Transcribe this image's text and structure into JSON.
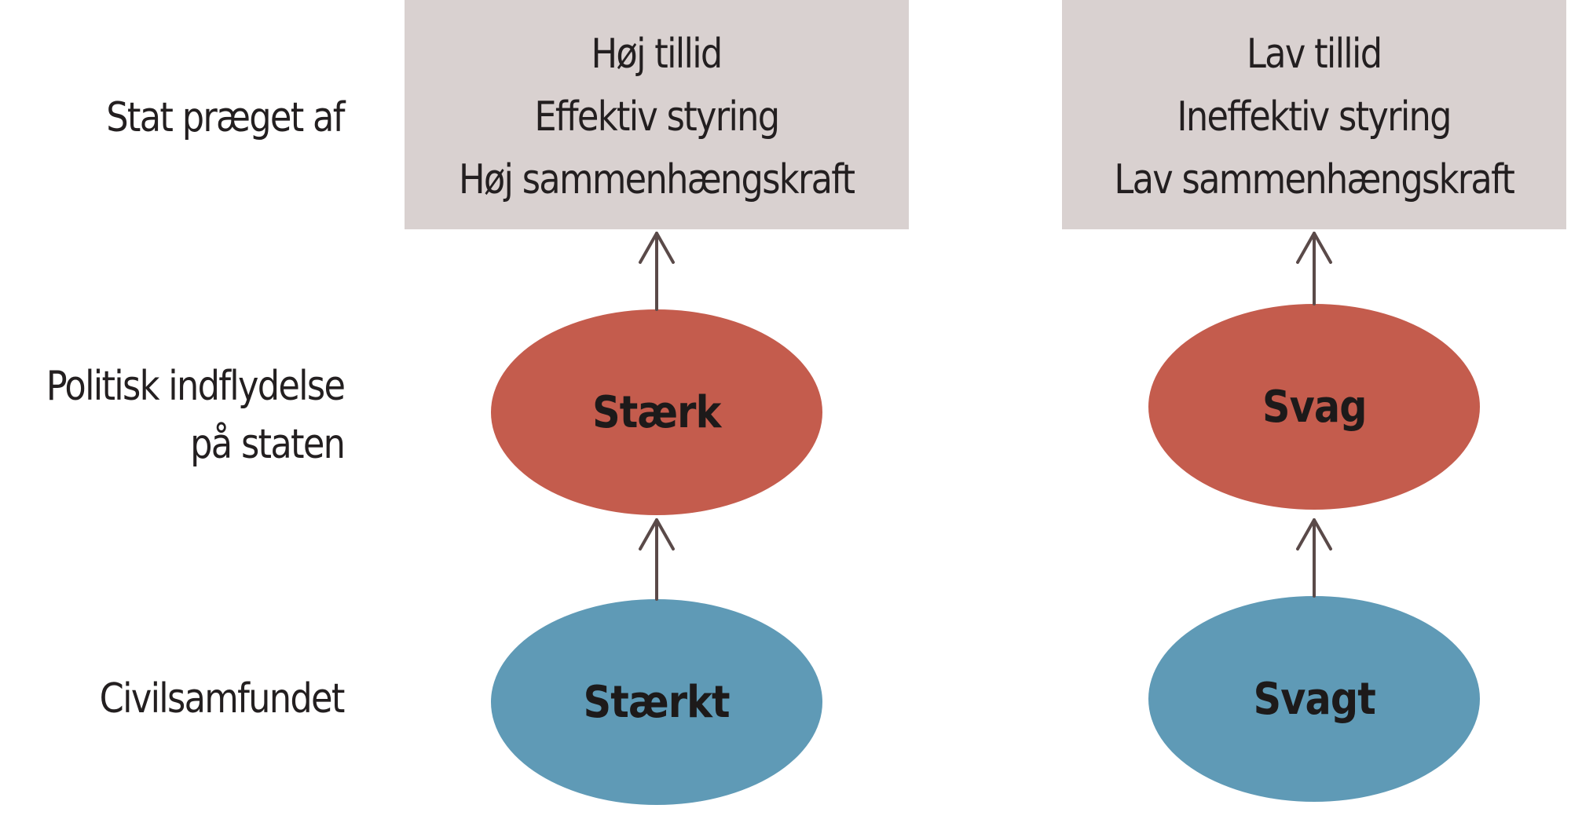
{
  "row_labels": {
    "state": "Stat præget af",
    "influence": [
      "Politisk indflydelse",
      "på staten"
    ],
    "civil_society": "Civilsamfundet"
  },
  "columns": [
    {
      "state_box": [
        "Høj tillid",
        "Effektiv styring",
        "Høj sammenhængskraft"
      ],
      "influence": "Stærk",
      "civil_society": "Stærkt"
    },
    {
      "state_box": [
        "Lav tillid",
        "Ineffektiv styring",
        "Lav sammenhængskraft"
      ],
      "influence": "Svag",
      "civil_society": "Svagt"
    }
  ],
  "colors": {
    "state_box": "#d9d1d0",
    "influence_ellipse": "#c45c4d",
    "civil_society_ellipse": "#5f9ab6",
    "arrow": "#5a4a49",
    "text": "#231f20"
  }
}
